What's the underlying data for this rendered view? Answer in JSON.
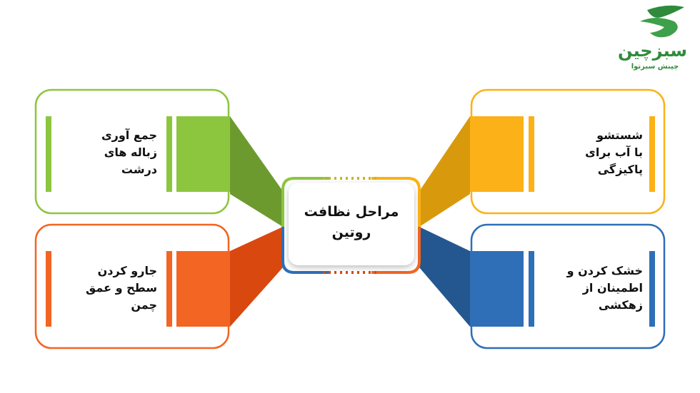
{
  "logo": {
    "name": "سبزچین",
    "tagline": "چینش سبزتوا"
  },
  "center": {
    "line1": "مراحل نظافت",
    "line2": "روتین"
  },
  "steps": [
    {
      "position": "top-left",
      "color": "#8cc63f",
      "lines": [
        "جمع آوری",
        "زباله های",
        "درشت"
      ]
    },
    {
      "position": "bottom-left",
      "color": "#f26522",
      "lines": [
        "جارو کردن",
        "سطح و عمق",
        "چمن"
      ]
    },
    {
      "position": "top-right",
      "color": "#fbb117",
      "lines": [
        "شستشو",
        "با آب برای",
        "پاکیزگی"
      ]
    },
    {
      "position": "bottom-right",
      "color": "#2e6fb7",
      "lines": [
        "خشک کردن و",
        "اطمینان از",
        "زهکشی"
      ]
    }
  ]
}
